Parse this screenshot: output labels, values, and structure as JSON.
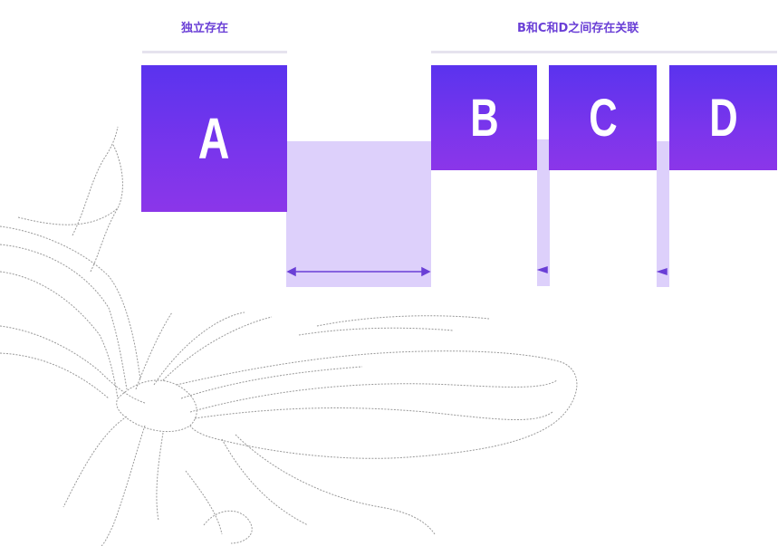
{
  "header_left": "独立存在",
  "header_right": "B和C和D之间存在关联",
  "blocks": [
    {
      "label": "A"
    },
    {
      "label": "B"
    },
    {
      "label": "C"
    },
    {
      "label": "D"
    }
  ],
  "colors": {
    "accent": "#6a3fd6",
    "block_top": "#5a33ee",
    "block_bottom": "#8b36e9",
    "shade": "#ddd0fb",
    "connector": "#6a3fd6"
  }
}
